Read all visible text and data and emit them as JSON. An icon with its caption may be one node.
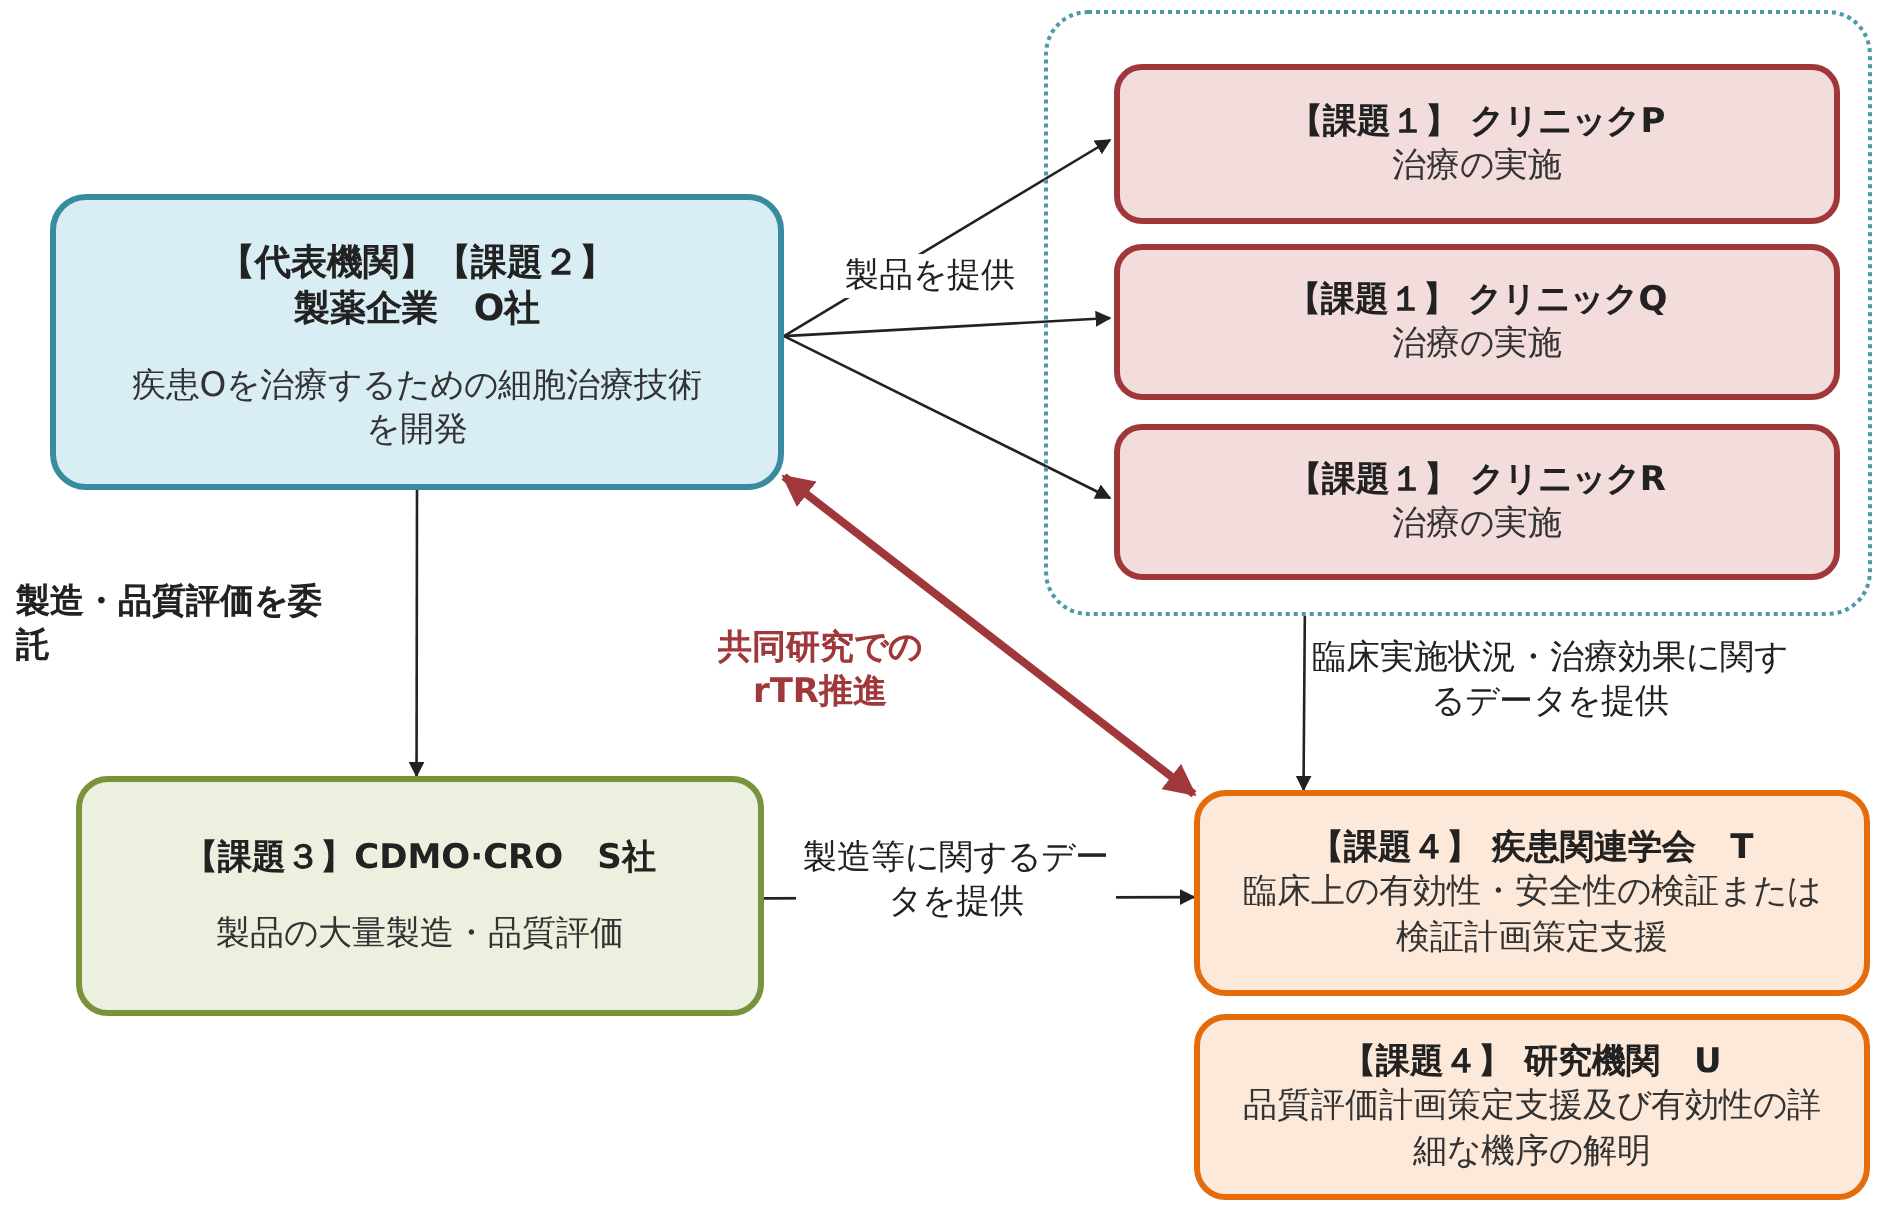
{
  "diagram": {
    "nodes": [
      {
        "text": [
          "【代表機関】【課題２】",
          "製薬企業　O社",
          "疾患Oを治療するための細胞治療技術を開発"
        ]
      },
      {
        "text": [],
        "shape": "box"
      },
      {
        "text": [
          "【課題１】 クリニックP",
          "治療の実施"
        ],
        "in": 1
      },
      {
        "text": [
          "【課題１】 クリニックQ",
          "治療の実施"
        ],
        "in": 1
      },
      {
        "text": [
          "【課題１】 クリニックR",
          "治療の実施"
        ],
        "in": 1
      },
      {
        "text": [
          "【課題３】CDMO·CRO　S社",
          "製品の大量製造・品質評価"
        ]
      },
      {
        "text": [
          "【課題４】 疾患関連学会　T",
          "臨床上の有効性・安全性の検証または検証計画策定支援"
        ]
      },
      {
        "text": [
          "【課題４】 研究機関　U",
          "品質評価計画策定支援及び有効性の詳細な機序の解明"
        ]
      }
    ],
    "edges": [
      {
        "from": 0,
        "to": 2,
        "arrow": "to"
      },
      {
        "from": 0,
        "to": 3,
        "arrow": "to",
        "label": "製品を提供"
      },
      {
        "from": 0,
        "to": 4,
        "arrow": "to"
      },
      {
        "from": 0,
        "to": 5,
        "arrow": "to",
        "label": "製造・品質評価を委託"
      },
      {
        "from": 0,
        "to": 6,
        "arrow": "both",
        "label": "共同研究でのrTR推進",
        "style": "thick",
        "color": "#a0373a"
      },
      {
        "from": 1,
        "to": 6,
        "arrow": "to",
        "label": "臨床実施状況・治療効果に関するデータを提供"
      },
      {
        "from": 5,
        "to": 6,
        "arrow": "to",
        "label": "製造等に関するデータを提供"
      }
    ]
  }
}
